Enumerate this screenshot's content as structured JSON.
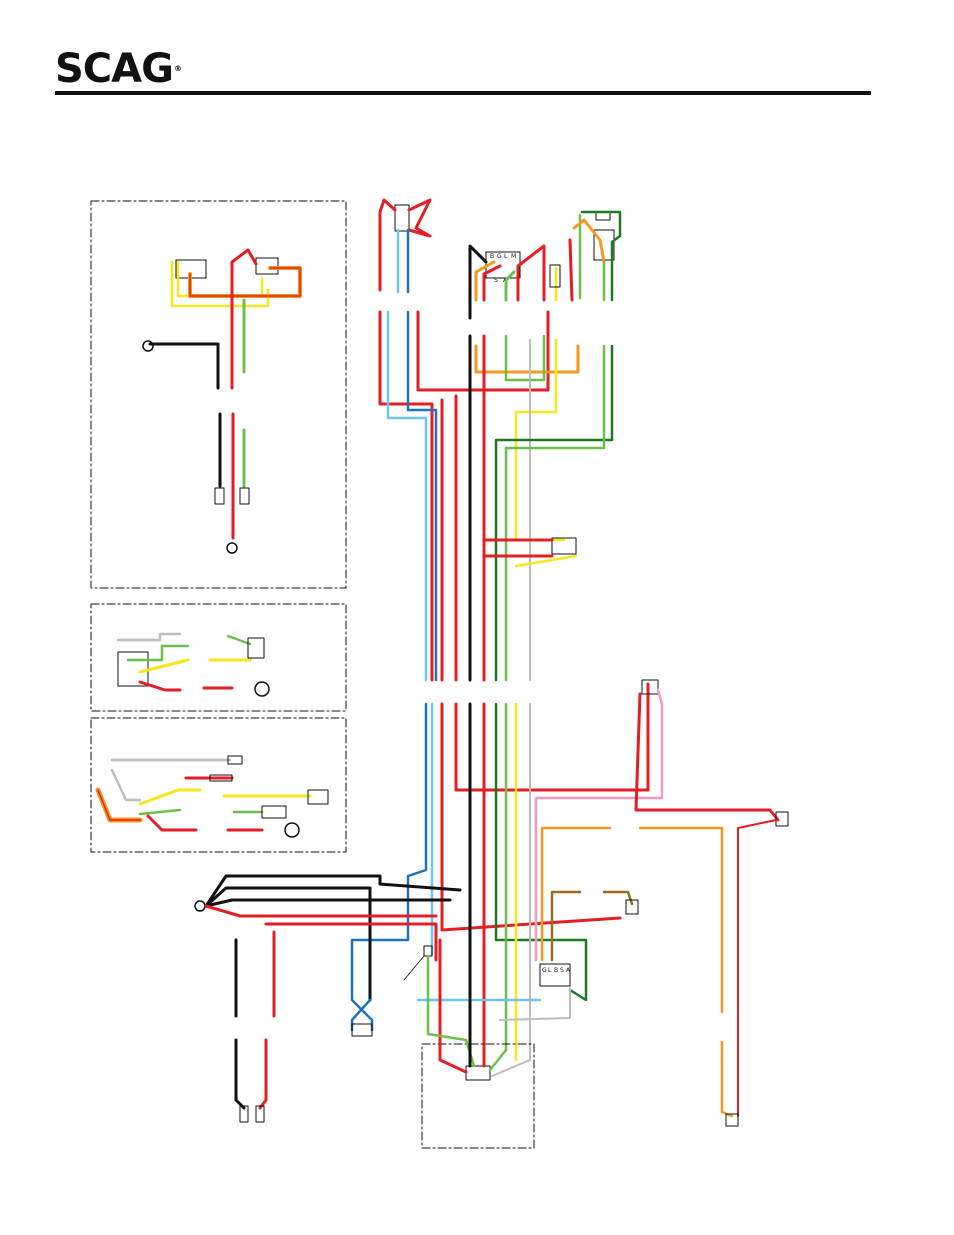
{
  "header": {
    "brand": "SCAG",
    "brand_mark": "®"
  },
  "terminal_labels": {
    "switch_top": [
      "B",
      "G",
      "L",
      "M",
      "S",
      "A"
    ],
    "switch_bottom": [
      "G",
      "L",
      "B",
      "S",
      "A"
    ]
  },
  "colors": {
    "red": "#e31e24",
    "black": "#111111",
    "light_blue": "#6ec6ea",
    "blue": "#1f73b7",
    "yellow": "#f7e61c",
    "green": "#6cc04a",
    "dark_green": "#1e7a22",
    "orange": "#f39a1e",
    "orange_red": "#f04e23",
    "pink": "#f29ac2",
    "brown": "#9c6b1e",
    "white_wire": "#bdbdbd"
  }
}
